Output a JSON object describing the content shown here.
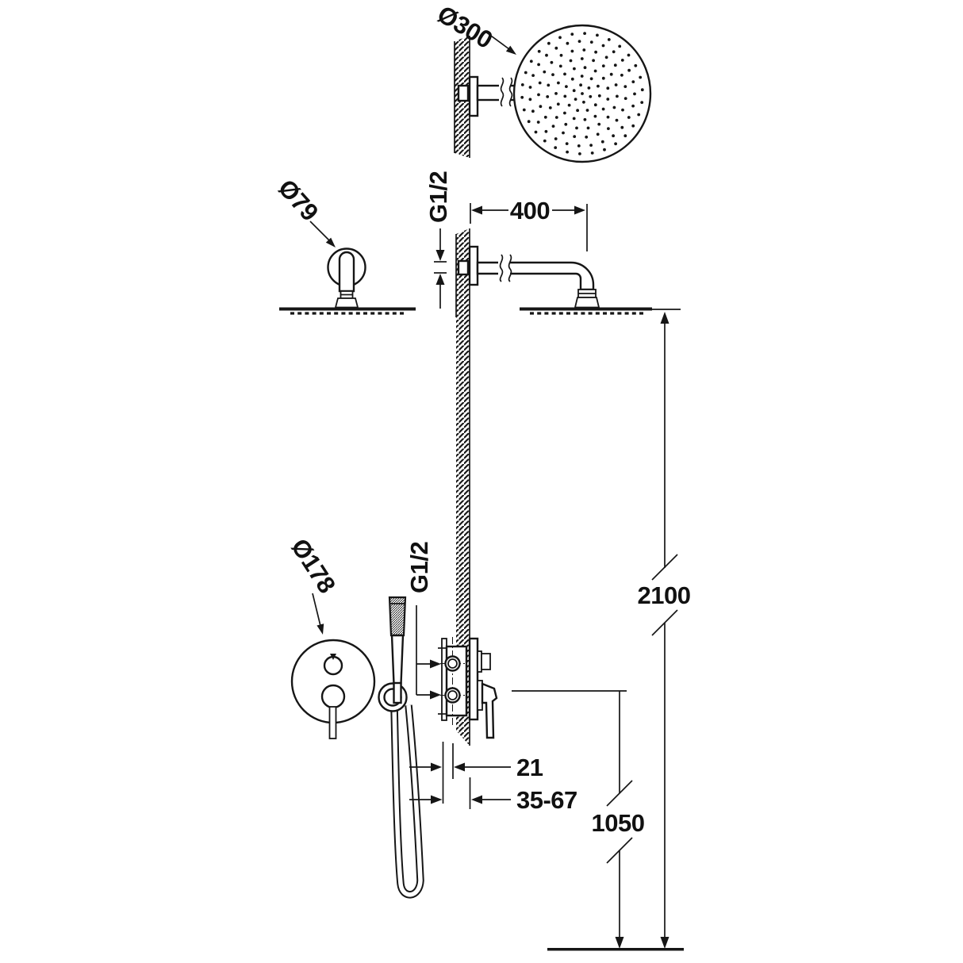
{
  "drawing": {
    "units_implied": "mm",
    "labels": {
      "head_diameter": "Ø300",
      "arm_flange_diameter": "Ø79",
      "arm_thread": "G1/2",
      "arm_length": "400",
      "head_height": "2100",
      "mixer_trim_diameter": "Ø178",
      "mixer_thread": "G1/2",
      "plate_depth": "21",
      "rough_in_depth_range": "35-67",
      "mixer_height": "1050"
    }
  }
}
